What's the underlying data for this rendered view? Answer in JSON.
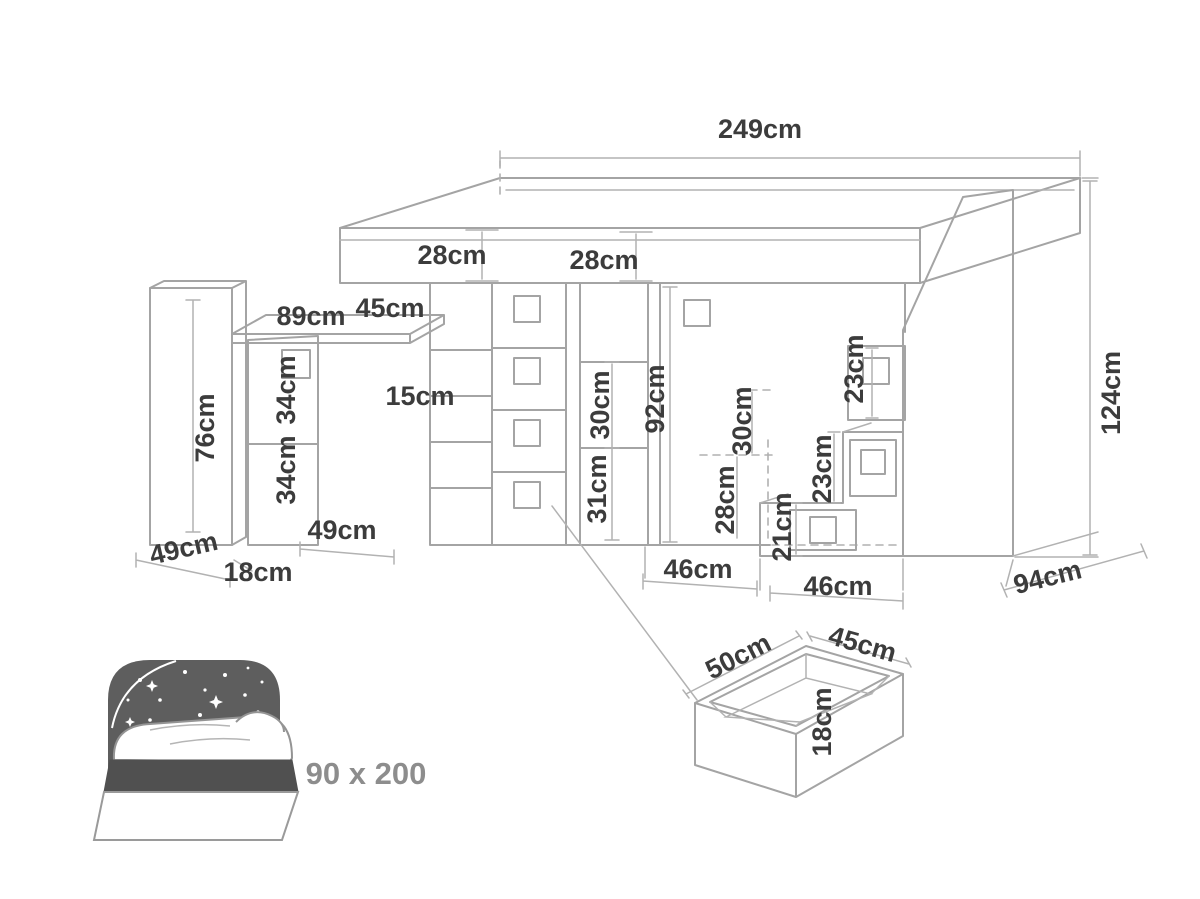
{
  "diagram": {
    "type": "loft-bed-dimension-drawing",
    "colors": {
      "line": "#a4a4a4",
      "label_text": "#3c3c3c",
      "muted_text": "#8d8d8d",
      "night_icon_fill": "#5e5e5e"
    },
    "dims": {
      "overall_width": "249cm",
      "overall_height": "124cm",
      "overall_depth": "94cm",
      "bunk_rail_left": "28cm",
      "bunk_rail_right": "28cm",
      "desk_width": "89cm",
      "desk_top_depth": "45cm",
      "side_panel_height": "76cm",
      "desk_shelf_upper": "34cm",
      "desk_shelf_lower": "34cm",
      "left_shelf_gap": "15cm",
      "mid_shelf_upper": "30cm",
      "mid_shelf_lower": "31cm",
      "underbed_clearance": "92cm",
      "right_section_upper": "30cm",
      "right_section_lower": "28cm",
      "step_riser_bottom": "21cm",
      "step_riser_middle": "23cm",
      "step_riser_top": "23cm",
      "step_width_left": "46cm",
      "step_width_right": "46cm",
      "desk_panel_depth": "49cm",
      "desk_shelf_depth": "49cm",
      "panel_thickness": "18cm"
    }
  },
  "drawer_detail": {
    "width": "50cm",
    "depth": "45cm",
    "height": "18cm"
  },
  "bed_icon": {
    "mattress_size": "90 x 200"
  }
}
